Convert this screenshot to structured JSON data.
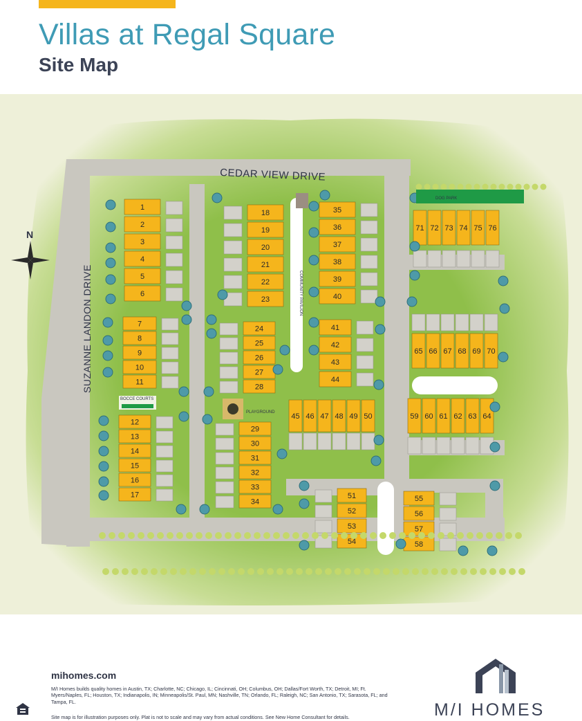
{
  "header": {
    "title": "Villas at Regal Square",
    "subtitle": "Site Map"
  },
  "map": {
    "compass_label": "N",
    "streets": {
      "north": "CEDAR VIEW DRIVE",
      "west": "SUZANNE LANDON DRIVE",
      "pavilion": "COMMUNITY PAVILION"
    },
    "amenities": {
      "dog_park": "DOG PARK",
      "bocce": "BOCCE COURTS",
      "playground": "PLAYGROUND"
    },
    "lots": [
      "1",
      "2",
      "3",
      "4",
      "5",
      "6",
      "7",
      "8",
      "9",
      "10",
      "11",
      "12",
      "13",
      "14",
      "15",
      "16",
      "17",
      "18",
      "19",
      "20",
      "21",
      "22",
      "23",
      "24",
      "25",
      "26",
      "27",
      "28",
      "29",
      "30",
      "31",
      "32",
      "33",
      "34",
      "35",
      "36",
      "37",
      "38",
      "39",
      "40",
      "41",
      "42",
      "43",
      "44",
      "45",
      "46",
      "47",
      "48",
      "49",
      "50",
      "51",
      "52",
      "53",
      "54",
      "55",
      "56",
      "57",
      "58",
      "59",
      "60",
      "61",
      "62",
      "63",
      "64",
      "65",
      "66",
      "67",
      "68",
      "69",
      "70",
      "71",
      "72",
      "73",
      "74",
      "75",
      "76"
    ],
    "colors": {
      "lot": "#f5b51c",
      "road": "#c9c7bf",
      "grass": "#8fbf4a",
      "dog_park": "#1f9a46",
      "title": "#3f9bb5"
    }
  },
  "footer": {
    "website": "mihomes.com",
    "markets": "M/I Homes builds quality homes in Austin, TX; Charlotte, NC; Chicago, IL; Cincinnati, OH; Columbus, OH; Dallas/Fort Worth, TX; Detroit, MI; Ft. Myers/Naples, FL; Houston, TX; Indianapolis, IN; Minneapolis/St. Paul, MN; Nashville, TN; Orlando, FL; Raleigh, NC; San Antonio, TX; Sarasota, FL; and Tampa, FL.",
    "disclaimer": "Site map is for illustration purposes only. Plat is not to scale and may vary from actual conditions. See New Home Consultant for details.",
    "logo_text": "M/I HOMES"
  }
}
